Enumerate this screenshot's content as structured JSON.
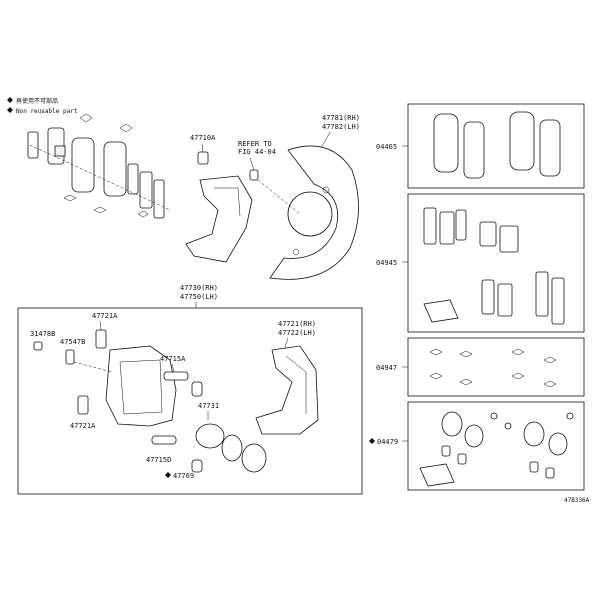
{
  "legend": {
    "item1_text": "再使用不可部品",
    "item2_text": "Non reusable part"
  },
  "labels": {
    "top_caliper_bolt": "47710A",
    "refer_line1": "REFER TO",
    "refer_line2": "FIG 44-04",
    "dust_cover_rh": "47781(RH)",
    "dust_cover_lh": "47782(LH)",
    "caliper_assy_rh": "47730(RH)",
    "caliper_assy_lh": "47750(LH)",
    "bolt_upper": "47721A",
    "plug": "31478B",
    "bleeder": "47547B",
    "slide_pin": "47715A",
    "mounting_rh": "47721(RH)",
    "mounting_lh": "47722(LH)",
    "piston": "47731",
    "bolt_lower": "47721A",
    "slide_pin_lower": "47715D",
    "boot": "47769",
    "pad_kit": "04465",
    "shim_kit": "04945",
    "fitting_kit": "04947",
    "seal_kit": "04479",
    "drawing_code": "47B336A"
  },
  "colors": {
    "ink": "#111111",
    "paper": "#ffffff"
  }
}
